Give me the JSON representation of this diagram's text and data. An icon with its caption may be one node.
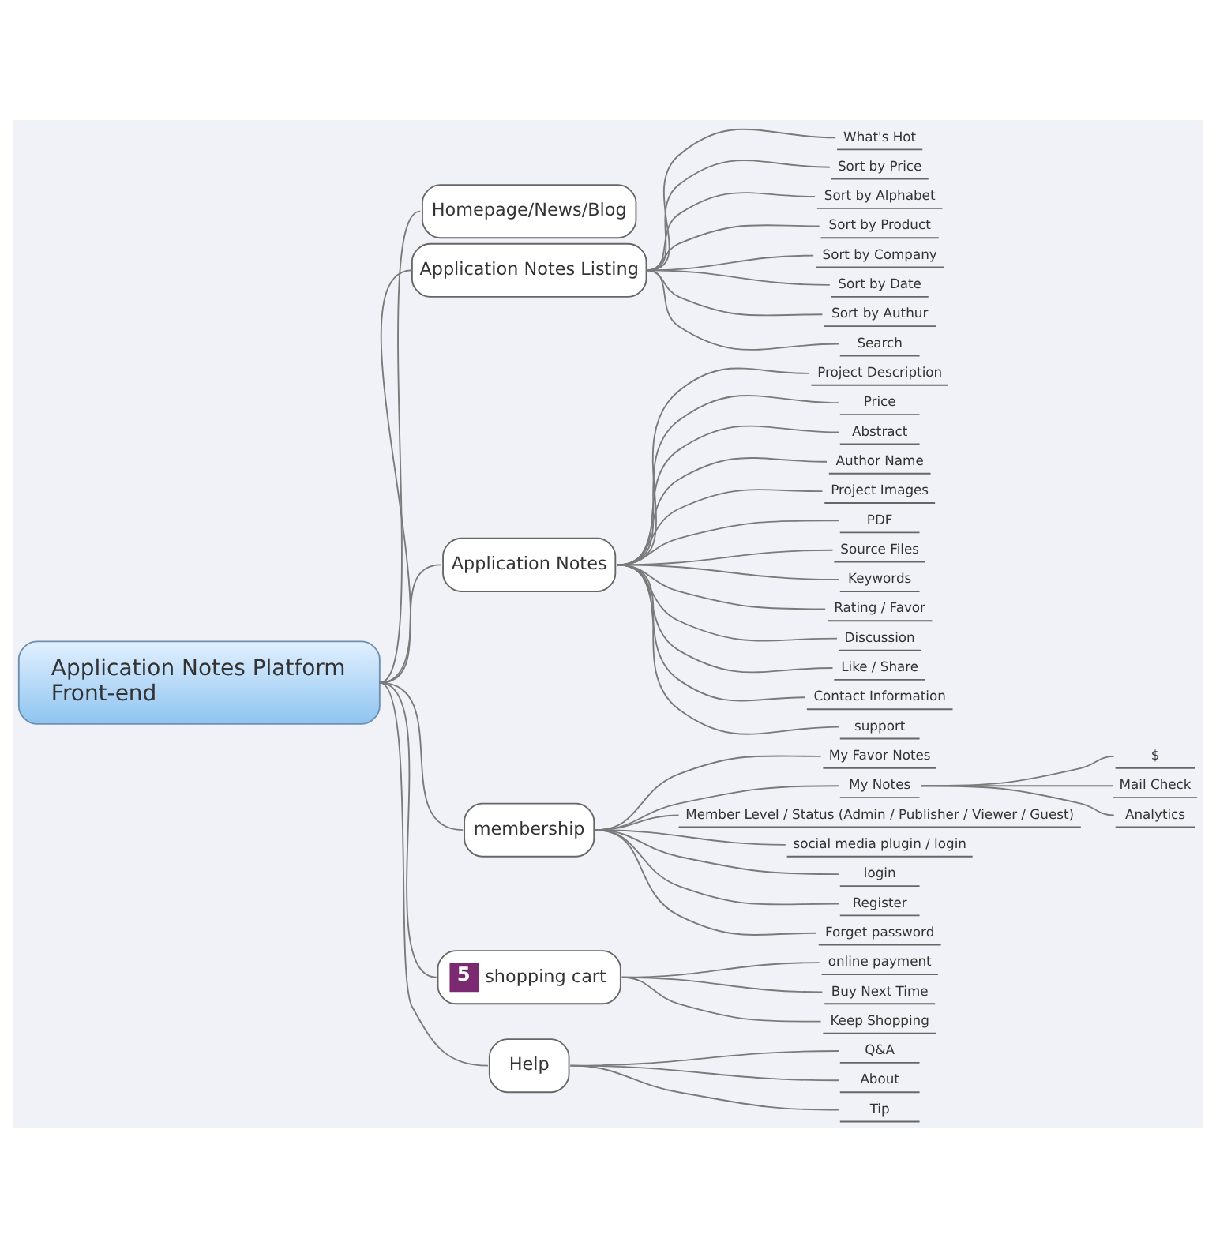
{
  "diagram": {
    "nodes": [
      {
        "text": [
          "Application Notes Platform Front-end"
        ]
      },
      {
        "text": [
          "Homepage/News/Blog"
        ]
      },
      {
        "text": [
          "Application Notes Listing"
        ]
      },
      {
        "text": [
          "What's Hot"
        ]
      },
      {
        "text": [
          "Sort by Price"
        ]
      },
      {
        "text": [
          "Sort by Alphabet"
        ]
      },
      {
        "text": [
          "Sort by Product"
        ]
      },
      {
        "text": [
          "Sort by Company"
        ]
      },
      {
        "text": [
          "Sort by Date"
        ]
      },
      {
        "text": [
          "Sort by Authur"
        ]
      },
      {
        "text": [
          "Search"
        ]
      },
      {
        "text": [
          "Application Notes"
        ]
      },
      {
        "text": [
          "Project Description"
        ]
      },
      {
        "text": [
          "Price"
        ]
      },
      {
        "text": [
          "Abstract"
        ]
      },
      {
        "text": [
          "Author Name"
        ]
      },
      {
        "text": [
          "Project Images"
        ]
      },
      {
        "text": [
          "PDF"
        ]
      },
      {
        "text": [
          "Source Files"
        ]
      },
      {
        "text": [
          "Keywords"
        ]
      },
      {
        "text": [
          "Rating / Favor"
        ]
      },
      {
        "text": [
          "Discussion"
        ]
      },
      {
        "text": [
          "Like / Share"
        ]
      },
      {
        "text": [
          "Contact Information"
        ]
      },
      {
        "text": [
          "support"
        ]
      },
      {
        "text": [
          "membership"
        ]
      },
      {
        "text": [
          "My Favor Notes"
        ]
      },
      {
        "text": [
          "My Notes"
        ]
      },
      {
        "text": [
          "$"
        ]
      },
      {
        "text": [
          "Mail Check"
        ]
      },
      {
        "text": [
          "Analytics"
        ]
      },
      {
        "text": [
          "Member Level / Status (Admin / Publisher / Viewer / Guest)"
        ]
      },
      {
        "text": [
          "social media plugin / login"
        ]
      },
      {
        "text": [
          "login"
        ]
      },
      {
        "text": [
          "Register"
        ]
      },
      {
        "text": [
          "Forget password"
        ]
      },
      {
        "text": [
          "5",
          "shopping cart"
        ]
      },
      {
        "text": [
          "online payment"
        ]
      },
      {
        "text": [
          "Buy Next Time"
        ]
      },
      {
        "text": [
          "Keep Shopping"
        ]
      },
      {
        "text": [
          "Help"
        ]
      },
      {
        "text": [
          "Q&A"
        ]
      },
      {
        "text": [
          "About"
        ]
      },
      {
        "text": [
          "Tip"
        ]
      }
    ],
    "edges": [
      {
        "from": 0,
        "to": 1,
        "arrow": "none"
      },
      {
        "from": 0,
        "to": 2,
        "arrow": "none"
      },
      {
        "from": 2,
        "to": 3,
        "arrow": "none"
      },
      {
        "from": 2,
        "to": 4,
        "arrow": "none"
      },
      {
        "from": 2,
        "to": 5,
        "arrow": "none"
      },
      {
        "from": 2,
        "to": 6,
        "arrow": "none"
      },
      {
        "from": 2,
        "to": 7,
        "arrow": "none"
      },
      {
        "from": 2,
        "to": 8,
        "arrow": "none"
      },
      {
        "from": 2,
        "to": 9,
        "arrow": "none"
      },
      {
        "from": 2,
        "to": 10,
        "arrow": "none"
      },
      {
        "from": 0,
        "to": 11,
        "arrow": "none"
      },
      {
        "from": 11,
        "to": 12,
        "arrow": "none"
      },
      {
        "from": 11,
        "to": 13,
        "arrow": "none"
      },
      {
        "from": 11,
        "to": 14,
        "arrow": "none"
      },
      {
        "from": 11,
        "to": 15,
        "arrow": "none"
      },
      {
        "from": 11,
        "to": 16,
        "arrow": "none"
      },
      {
        "from": 11,
        "to": 17,
        "arrow": "none"
      },
      {
        "from": 11,
        "to": 18,
        "arrow": "none"
      },
      {
        "from": 11,
        "to": 19,
        "arrow": "none"
      },
      {
        "from": 11,
        "to": 20,
        "arrow": "none"
      },
      {
        "from": 11,
        "to": 21,
        "arrow": "none"
      },
      {
        "from": 11,
        "to": 22,
        "arrow": "none"
      },
      {
        "from": 11,
        "to": 23,
        "arrow": "none"
      },
      {
        "from": 11,
        "to": 24,
        "arrow": "none"
      },
      {
        "from": 0,
        "to": 25,
        "arrow": "none"
      },
      {
        "from": 25,
        "to": 26,
        "arrow": "none"
      },
      {
        "from": 25,
        "to": 27,
        "arrow": "none"
      },
      {
        "from": 27,
        "to": 28,
        "arrow": "none"
      },
      {
        "from": 27,
        "to": 29,
        "arrow": "none"
      },
      {
        "from": 27,
        "to": 30,
        "arrow": "none"
      },
      {
        "from": 25,
        "to": 31,
        "arrow": "none"
      },
      {
        "from": 25,
        "to": 32,
        "arrow": "none"
      },
      {
        "from": 25,
        "to": 33,
        "arrow": "none"
      },
      {
        "from": 25,
        "to": 34,
        "arrow": "none"
      },
      {
        "from": 25,
        "to": 35,
        "arrow": "none"
      },
      {
        "from": 0,
        "to": 36,
        "arrow": "none"
      },
      {
        "from": 36,
        "to": 37,
        "arrow": "none"
      },
      {
        "from": 36,
        "to": 38,
        "arrow": "none"
      },
      {
        "from": 36,
        "to": 39,
        "arrow": "none"
      },
      {
        "from": 0,
        "to": 40,
        "arrow": "none"
      },
      {
        "from": 40,
        "to": 41,
        "arrow": "none"
      },
      {
        "from": 40,
        "to": 42,
        "arrow": "none"
      },
      {
        "from": 40,
        "to": 43,
        "arrow": "none"
      }
    ]
  }
}
